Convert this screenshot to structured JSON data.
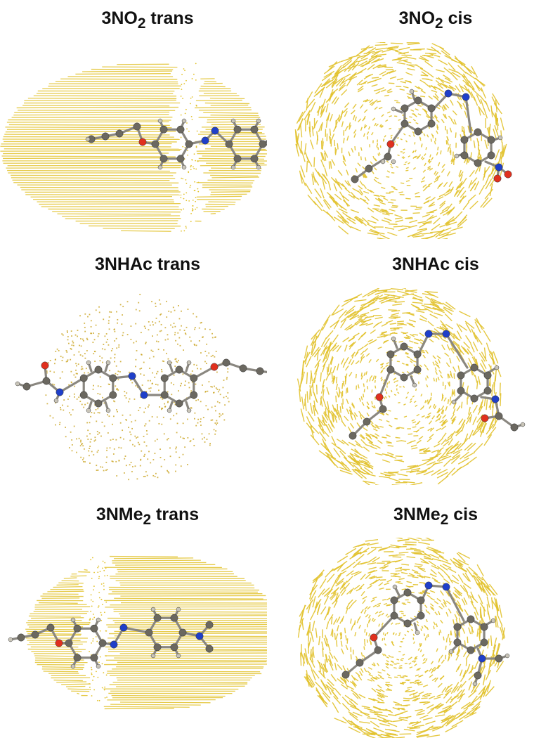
{
  "colors": {
    "field": "#e2c22c",
    "carbon": "#6b6860",
    "bond": "#8a8780",
    "nitrogen": "#1f3fc9",
    "oxygen": "#e0301e",
    "hydrogen": "#c8c4b8",
    "title": "#111111"
  },
  "panels": [
    {
      "id": "p1",
      "title_main": "3NO",
      "title_sub": "2",
      "title_tail": " trans"
    },
    {
      "id": "p2",
      "title_main": "3NO",
      "title_sub": "2",
      "title_tail": " cis"
    },
    {
      "id": "p3",
      "title_main": "3NHAc",
      "title_sub": "",
      "title_tail": " trans"
    },
    {
      "id": "p4",
      "title_main": "3NHAc",
      "title_sub": "",
      "title_tail": " cis"
    },
    {
      "id": "p5",
      "title_main": "3NMe",
      "title_sub": "2",
      "title_tail": " trans"
    },
    {
      "id": "p6",
      "title_main": "3NMe",
      "title_sub": "2",
      "title_tail": " cis"
    }
  ]
}
